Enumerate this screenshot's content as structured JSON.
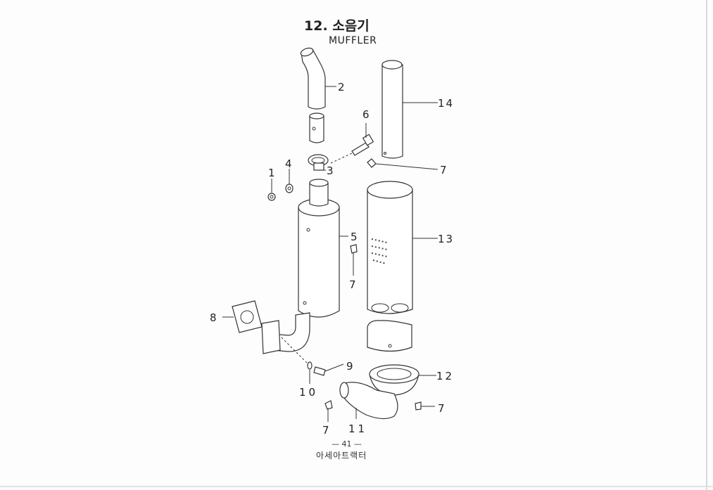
{
  "header": {
    "title": "12. 소음기",
    "subtitle": "MUFFLER"
  },
  "callouts": {
    "c1": "1",
    "c2": "2",
    "c3": "3",
    "c4": "4",
    "c5": "5",
    "c6": "6",
    "c7a": "7",
    "c7b": "7",
    "c7c": "7",
    "c7d": "7",
    "c8": "8",
    "c9": "9",
    "c10": "10",
    "c11": "11",
    "c12": "12",
    "c13": "13",
    "c14": "14"
  },
  "footer": {
    "page_number": "— 41 —",
    "brand": "아세아트랙터"
  }
}
